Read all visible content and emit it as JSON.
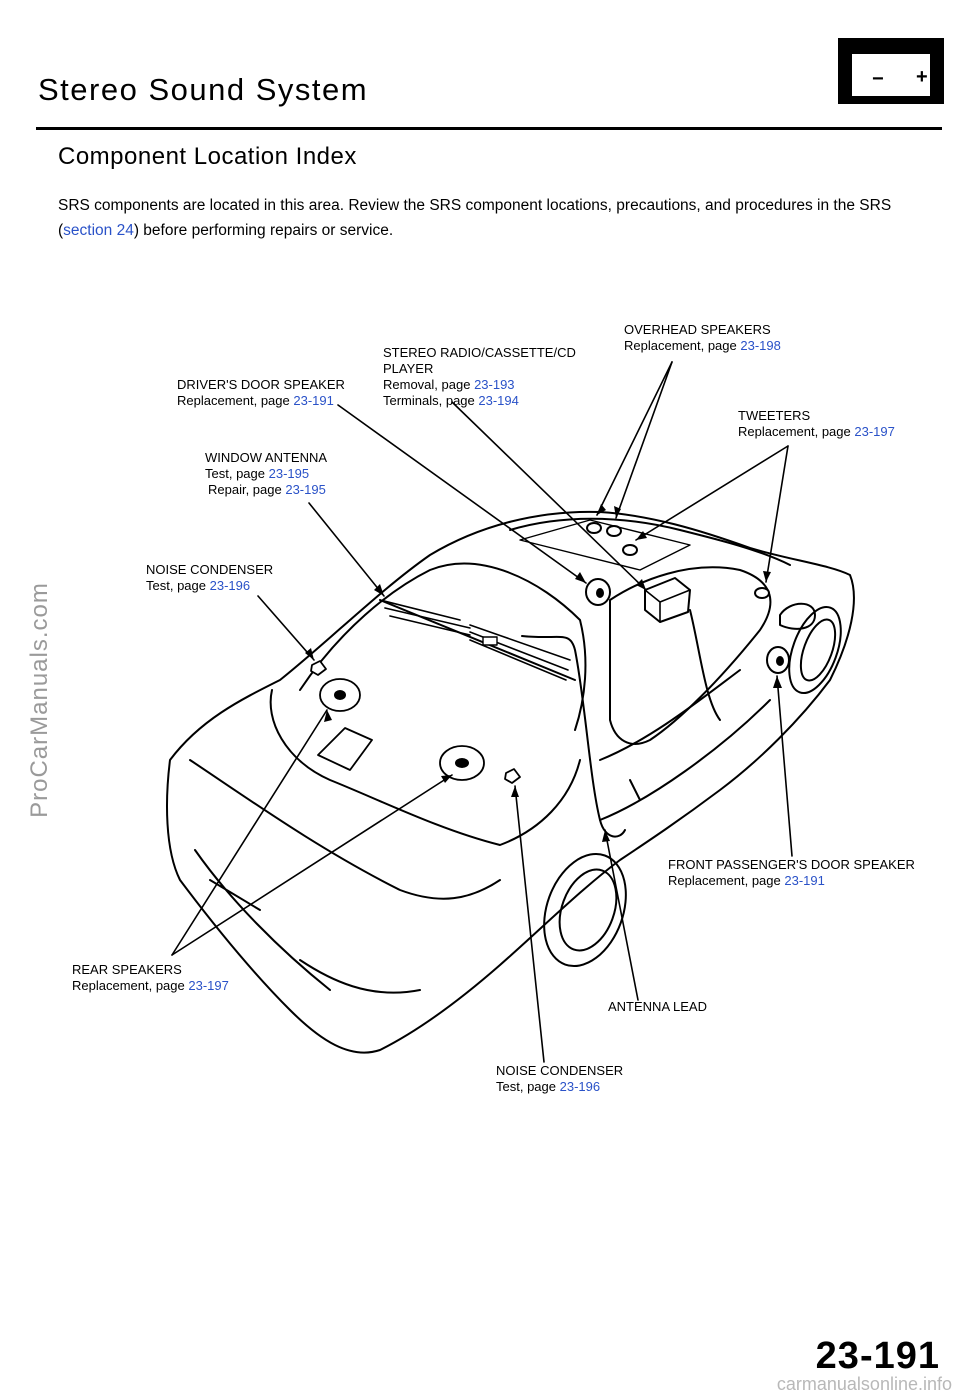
{
  "header": {
    "title": "Stereo Sound System",
    "subtitle": "Component Location Index",
    "battery_icon": "battery-icon"
  },
  "intro": {
    "text_before": "SRS components are located in this area. Review the SRS component locations, precautions, and procedures in the SRS (",
    "link": "section 24",
    "text_after": ") before performing repairs or service."
  },
  "labels": {
    "overhead": {
      "name": "OVERHEAD SPEAKERS",
      "line1": "Replacement, page ",
      "link1": "23-198"
    },
    "stereo": {
      "name": "STEREO RADIO/CASSETTE/CD",
      "name2": "PLAYER",
      "line1": "Removal, page ",
      "link1": "23-193",
      "line2": "Terminals, page ",
      "link2": "23-194"
    },
    "driver": {
      "name": "DRIVER'S DOOR SPEAKER",
      "line1": "Replacement, page ",
      "link1": "23-191"
    },
    "tweeters": {
      "name": "TWEETERS",
      "line1": "Replacement, page ",
      "link1": "23-197"
    },
    "window": {
      "name": "WINDOW ANTENNA",
      "line1": "Test, page ",
      "link1": "23-195",
      "line2": "Repair, page ",
      "link2": "23-195"
    },
    "noise1": {
      "name": "NOISE CONDENSER",
      "line1": "Test, page ",
      "link1": "23-196"
    },
    "front": {
      "name": "FRONT PASSENGER'S DOOR SPEAKER",
      "line1": "Replacement, page ",
      "link1": "23-191"
    },
    "rear": {
      "name": "REAR SPEAKERS",
      "line1": "Replacement, page ",
      "link1": "23-197"
    },
    "antenna": {
      "name": "ANTENNA LEAD"
    },
    "noise2": {
      "name": "NOISE CONDENSER",
      "line1": "Test, page ",
      "link1": "23-196"
    }
  },
  "page_number": "23-191",
  "watermark_side": "ProCarManuals.com",
  "watermark_footer": "carmanualsonline.info",
  "colors": {
    "link": "#2a52c8",
    "watermark": "#9a9a9a"
  }
}
